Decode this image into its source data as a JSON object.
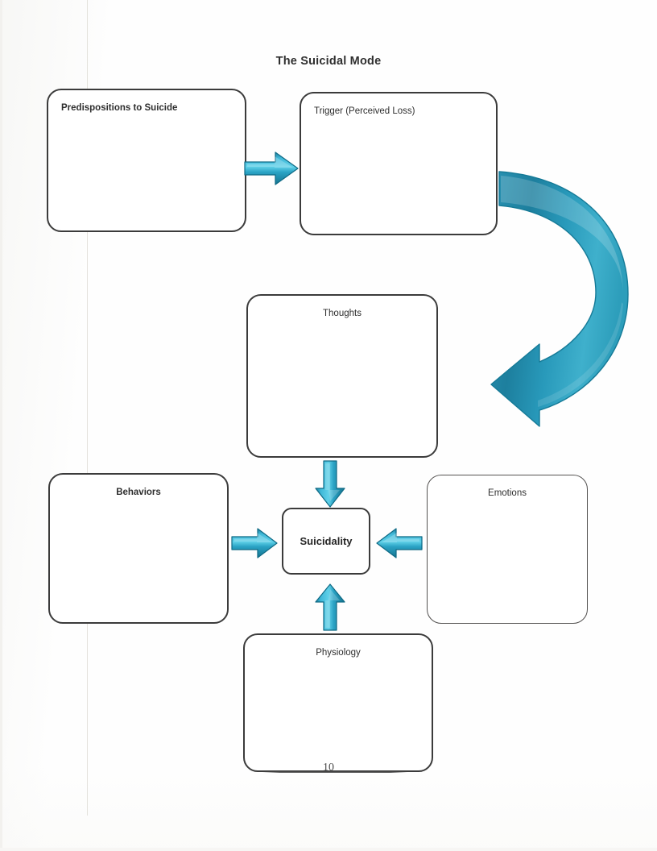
{
  "document": {
    "title": "The Suicidal Mode",
    "page_number": "10"
  },
  "diagram": {
    "type": "flowchart",
    "accent_color": "#1f8fb0",
    "box_border_color": "#3b3b3b",
    "nodes": [
      {
        "id": "predispositions",
        "label": "Predispositions to Suicide",
        "align": "left",
        "weight": "bold"
      },
      {
        "id": "trigger",
        "label": "Trigger (Perceived Loss)",
        "align": "left",
        "weight": "normal"
      },
      {
        "id": "thoughts",
        "label": "Thoughts",
        "align": "center",
        "weight": "normal"
      },
      {
        "id": "behaviors",
        "label": "Behaviors",
        "align": "center",
        "weight": "bold"
      },
      {
        "id": "emotions",
        "label": "Emotions",
        "align": "center",
        "weight": "normal"
      },
      {
        "id": "physiology",
        "label": "Physiology",
        "align": "center",
        "weight": "normal"
      },
      {
        "id": "suicidality",
        "label": "Suicidality",
        "align": "center",
        "weight": "bold"
      }
    ],
    "edges": [
      {
        "id": "pred-to-trigger",
        "from": "predispositions",
        "to": "trigger",
        "direction": "right",
        "style": "straight"
      },
      {
        "id": "trigger-to-thoughts",
        "from": "trigger",
        "to": "thoughts",
        "direction": "curved-down-left",
        "style": "curved"
      },
      {
        "id": "thoughts-to-suicidality",
        "from": "thoughts",
        "to": "suicidality",
        "direction": "down",
        "style": "straight"
      },
      {
        "id": "behaviors-to-suicidality",
        "from": "behaviors",
        "to": "suicidality",
        "direction": "right",
        "style": "straight"
      },
      {
        "id": "emotions-to-suicidality",
        "from": "emotions",
        "to": "suicidality",
        "direction": "left",
        "style": "straight"
      },
      {
        "id": "physiology-to-suicidality",
        "from": "physiology",
        "to": "suicidality",
        "direction": "up",
        "style": "straight"
      }
    ]
  }
}
